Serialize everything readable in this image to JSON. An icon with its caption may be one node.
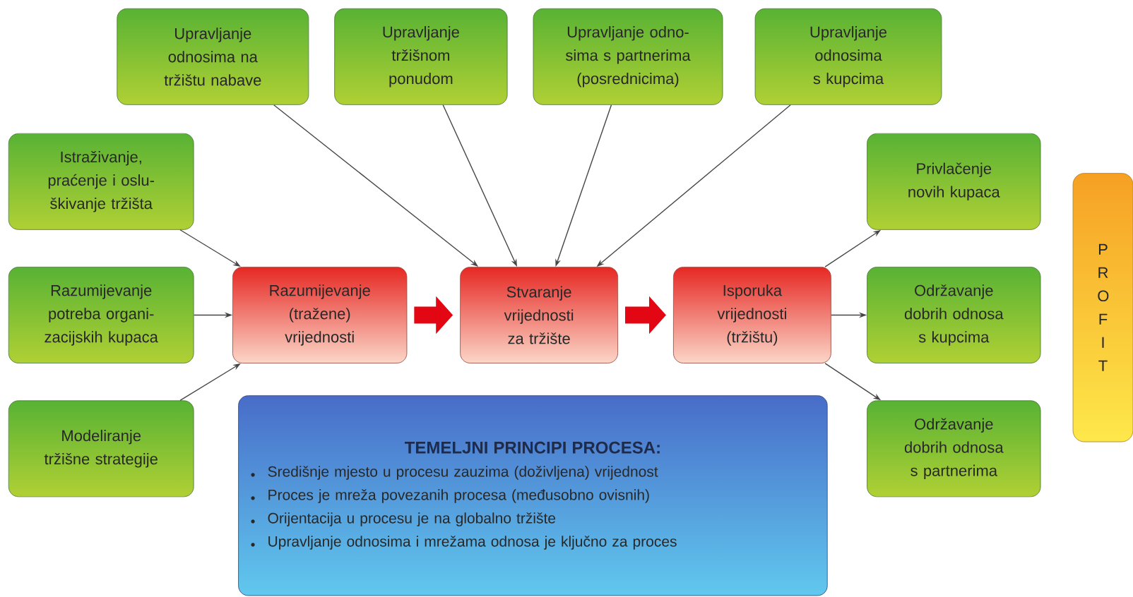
{
  "diagram": {
    "nodes": [
      {
        "text": [
          "Upravljanje odnosima na tržištu nabave"
        ]
      },
      {
        "text": [
          "Upravljanje tržišnom ponudom"
        ]
      },
      {
        "text": [
          "Upravljanje odno-sima s partnerima (posrednicima)"
        ]
      },
      {
        "text": [
          "Upravljanje odnosima s kupcima"
        ]
      },
      {
        "text": [
          "Istraživanje, praćenje i oslu-škivanje tržišta"
        ]
      },
      {
        "text": [
          "Razumijevanje potreba organi-zacijskih kupaca"
        ]
      },
      {
        "text": [
          "Modeliranje tržišne strategije"
        ]
      },
      {
        "text": [
          "Razumijevanje (tražene) vrijednosti"
        ]
      },
      {
        "text": [
          "Stvaranje vrijednosti za tržište"
        ]
      },
      {
        "text": [
          "Isporuka vrijednosti (tržištu)"
        ]
      },
      {
        "text": [
          "Privlačenje novih kupaca"
        ]
      },
      {
        "text": [
          "Održavanje dobrih odnosa s kupcima"
        ]
      },
      {
        "text": [
          "Održavanje dobrih odnosa s partnerima"
        ]
      },
      {
        "text": [
          "TEMELJNI PRINCIPI PROCESA:",
          "Središnje mjesto u procesu zauzima (doživljena) vrijednost",
          "Proces je mreža povezanih procesa (međusobno ovisnih)",
          "Orijentacija u procesu je na globalno tržište",
          "Upravljanje odnosima i mrežama odnosa je ključno za proces"
        ]
      },
      {
        "text": [
          "P R O F I T"
        ]
      }
    ],
    "edges": [
      {
        "from": 0,
        "to": 8,
        "arrow": "to"
      },
      {
        "from": 1,
        "to": 8,
        "arrow": "to"
      },
      {
        "from": 2,
        "to": 8,
        "arrow": "to"
      },
      {
        "from": 3,
        "to": 8,
        "arrow": "to"
      },
      {
        "from": 4,
        "to": 7,
        "arrow": "to"
      },
      {
        "from": 5,
        "to": 7,
        "arrow": "to"
      },
      {
        "from": 6,
        "to": 7,
        "arrow": "to"
      },
      {
        "from": 7,
        "to": 8,
        "arrow": "to",
        "style": "thick",
        "color": "#e30613"
      },
      {
        "from": 8,
        "to": 9,
        "arrow": "to",
        "style": "thick",
        "color": "#e30613"
      },
      {
        "from": 9,
        "to": 10,
        "arrow": "to"
      },
      {
        "from": 9,
        "to": 11,
        "arrow": "to"
      },
      {
        "from": 9,
        "to": 12,
        "arrow": "to"
      }
    ]
  }
}
